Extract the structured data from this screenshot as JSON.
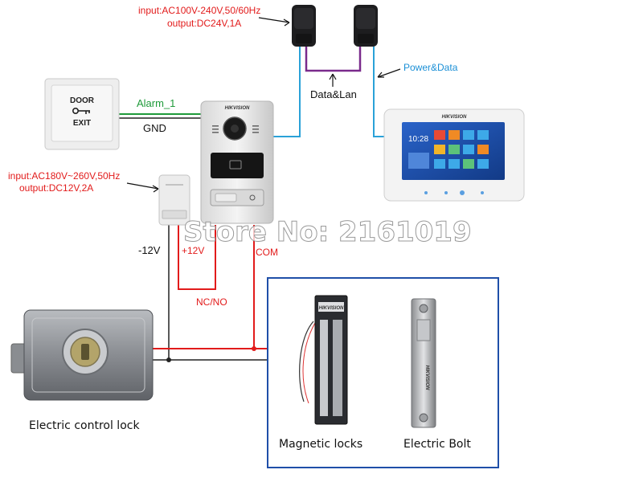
{
  "adapters_top": {
    "spec_input": "input:AC100V-240V,50/60Hz",
    "spec_output": "output:DC24V,1A"
  },
  "adapter_small": {
    "spec_input": "input:AC180V~260V,50Hz",
    "spec_output": "output:DC12V,2A"
  },
  "exit_button": {
    "line1": "DOOR",
    "line2": "EXIT"
  },
  "wire_labels": {
    "alarm": "Alarm_1",
    "gnd": "GND",
    "data_lan": "Data&Lan",
    "power_data": "Power&Data",
    "minus12": "-12V",
    "plus12": "+12V",
    "com": "COM",
    "nc_no": "NC/NO"
  },
  "brand": "HIKVISION",
  "monitor": {
    "clock": "10:28"
  },
  "watermark": "Store No: 2161019",
  "captions": {
    "electric_lock": "Electric control lock",
    "magnetic_locks": "Magnetic locks",
    "electric_bolt": "Electric Bolt"
  },
  "colors": {
    "red_wire": "#e21b1b",
    "blue_wire": "#2aa1d8",
    "green_wire": "#1f9a3a",
    "purple_wire": "#7a2a8c",
    "black_wire": "#222222",
    "box_border": "#1f4fa8"
  }
}
